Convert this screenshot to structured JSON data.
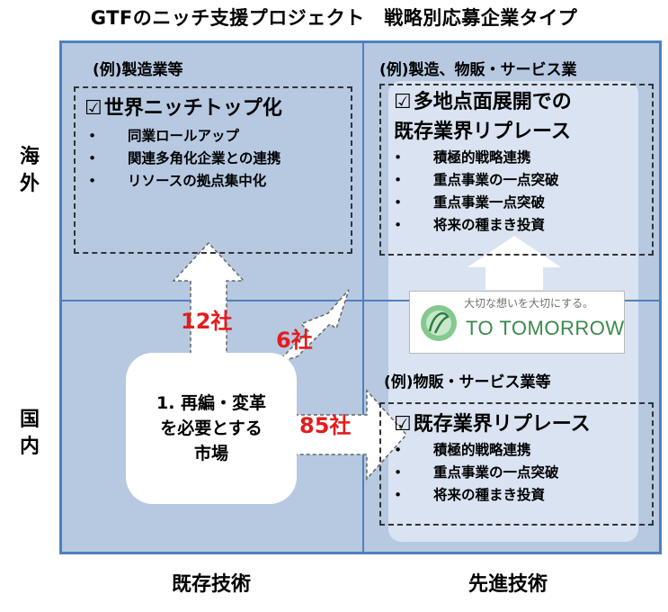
{
  "title": "GTFのニッチ支援プロジェクト　戦略別応募企業タイプ",
  "axes": {
    "y_top": "海外",
    "y_bottom": "国内",
    "x_left": "既存技術",
    "x_right": "先進技術"
  },
  "quadrants": {
    "top_left": {
      "example": "(例)製造業等",
      "heading": "世界ニッチトップ化",
      "items": [
        "同業ロールアップ",
        "関連多角化企業との連携",
        "リソースの拠点集中化"
      ]
    },
    "top_right": {
      "example": "(例)製造、物販・サービス業",
      "heading_line1": "多地点面展開での",
      "heading_line2": "既存業界リプレース",
      "items": [
        "積極的戦略連携",
        "重点事業の一点突破",
        "重点事業一点突破",
        "将来の種まき投資"
      ]
    },
    "bottom_right": {
      "example": "(例)物販・サービス業等",
      "heading": "既存業界リプレース",
      "items": [
        "積極的戦略連携",
        "重点事業の一点突破",
        "将来の種まき投資"
      ]
    }
  },
  "market": {
    "line1": "1. 再編・変革",
    "line2": "を必要とする",
    "line3": "市場"
  },
  "counts": {
    "up": "12社",
    "diagonal": "6社",
    "right": "85社"
  },
  "logo": {
    "tagline": "大切な想いを大切にする。",
    "name": "TO TOMORROW"
  },
  "colors": {
    "background": "#b6c9e1",
    "border": "#4f81bd",
    "count_red": "#e31d1d",
    "logo_green": "#3a8a4c"
  }
}
